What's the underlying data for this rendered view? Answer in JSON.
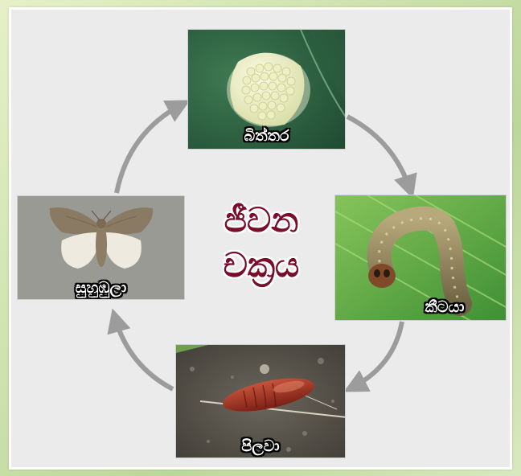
{
  "diagram": {
    "title_line1": "ජීවන",
    "title_line2": "චක්‍රය",
    "stages": {
      "egg": "බිත්තර",
      "larva": "කීටයා",
      "pupa": "පිලවා",
      "adult": "සුහුඹුලා"
    }
  },
  "colors": {
    "arrow": "#9c9c9c",
    "title": "#7a0d2a",
    "panel": "#ebebeb"
  }
}
